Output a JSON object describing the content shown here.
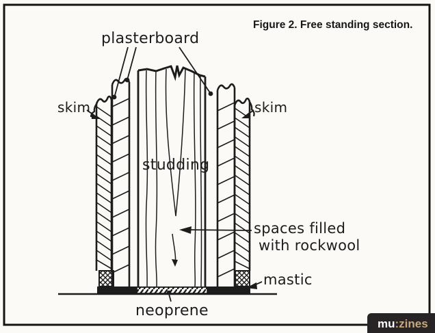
{
  "figure_caption": "Figure 2. Free standing section.",
  "labels": {
    "plasterboard": "plasterboard",
    "skim_left": "skim",
    "skim_right": "skim",
    "studding": "studding",
    "rockwool_line1": "spaces filled",
    "rockwool_line2": "with rockwool",
    "mastic": "mastic",
    "neoprene": "neoprene"
  },
  "watermark": {
    "prefix": "mu",
    "suffix": ":zines"
  },
  "colors": {
    "ink": "#1c1c1c",
    "paper": "#fbfaf7",
    "watermark_bg": "#282324",
    "watermark_prefix": "#ffffff",
    "watermark_suffix": "#c7a87e"
  }
}
